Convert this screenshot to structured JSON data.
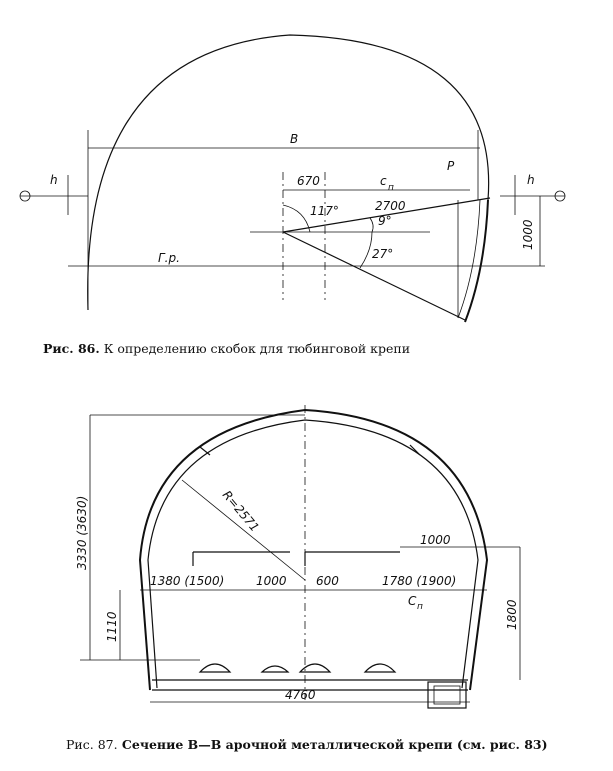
{
  "fig86": {
    "labels": {
      "B": "B",
      "P": "P",
      "h_left": "h",
      "h_right": "h",
      "dim_670": "670",
      "c_p": "c",
      "c_p_sub": "п",
      "angle_117": "117°",
      "dim_2700": "2700",
      "angle_9": "9°",
      "angle_27": "27°",
      "dim_1000": "1000",
      "gr": "Г.р."
    },
    "caption": {
      "num": "Рис. 86.",
      "text": " К определению скобок для тюбинговой крепи"
    }
  },
  "fig87": {
    "labels": {
      "height": "3330 (3630)",
      "radius": "R=2571",
      "dim_1000_top": "1000",
      "dim_1380": "1380 (1500)",
      "dim_1000_mid": "1000",
      "dim_600": "600",
      "dim_1780": "1780 (1900)",
      "c_p": "C",
      "c_p_sub": "п",
      "dim_1110": "1110",
      "dim_1800": "1800",
      "dim_4760": "4760"
    },
    "caption": {
      "num": "Рис. 87.",
      "text": " Сечение В—В арочной металлической крепи (см. рис. 83)"
    }
  }
}
